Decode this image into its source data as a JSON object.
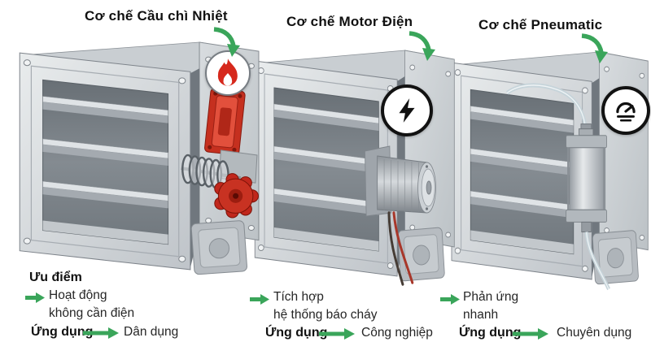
{
  "colors": {
    "accent_green": "#3aa55a",
    "fuse_red": "#c5301f",
    "metal_light": "#d9dde0",
    "metal_dark": "#8e949a",
    "text": "#1a1a1a"
  },
  "panels": [
    {
      "title": "Cơ chế Cầu chì Nhiệt",
      "icon": "flame-icon",
      "advantage_label": "Ưu điểm",
      "advantage_line1": "Hoạt động",
      "advantage_line2": "không cần điện",
      "application_label": "Ứng dụng",
      "application": "Dân dụng"
    },
    {
      "title": "Cơ chế Motor Điện",
      "icon": "lightning-icon",
      "advantage_line1": "Tích hợp",
      "advantage_line2": "hệ thống báo cháy",
      "application_label": "Ứng dụng",
      "application": "Công nghiệp"
    },
    {
      "title": "Cơ chế Pneumatic",
      "icon": "gauge-icon",
      "advantage_line1": "Phản ứng",
      "advantage_line2": "nhanh",
      "application_label": "Ứng dụng",
      "application": "Chuyên dụng"
    }
  ]
}
